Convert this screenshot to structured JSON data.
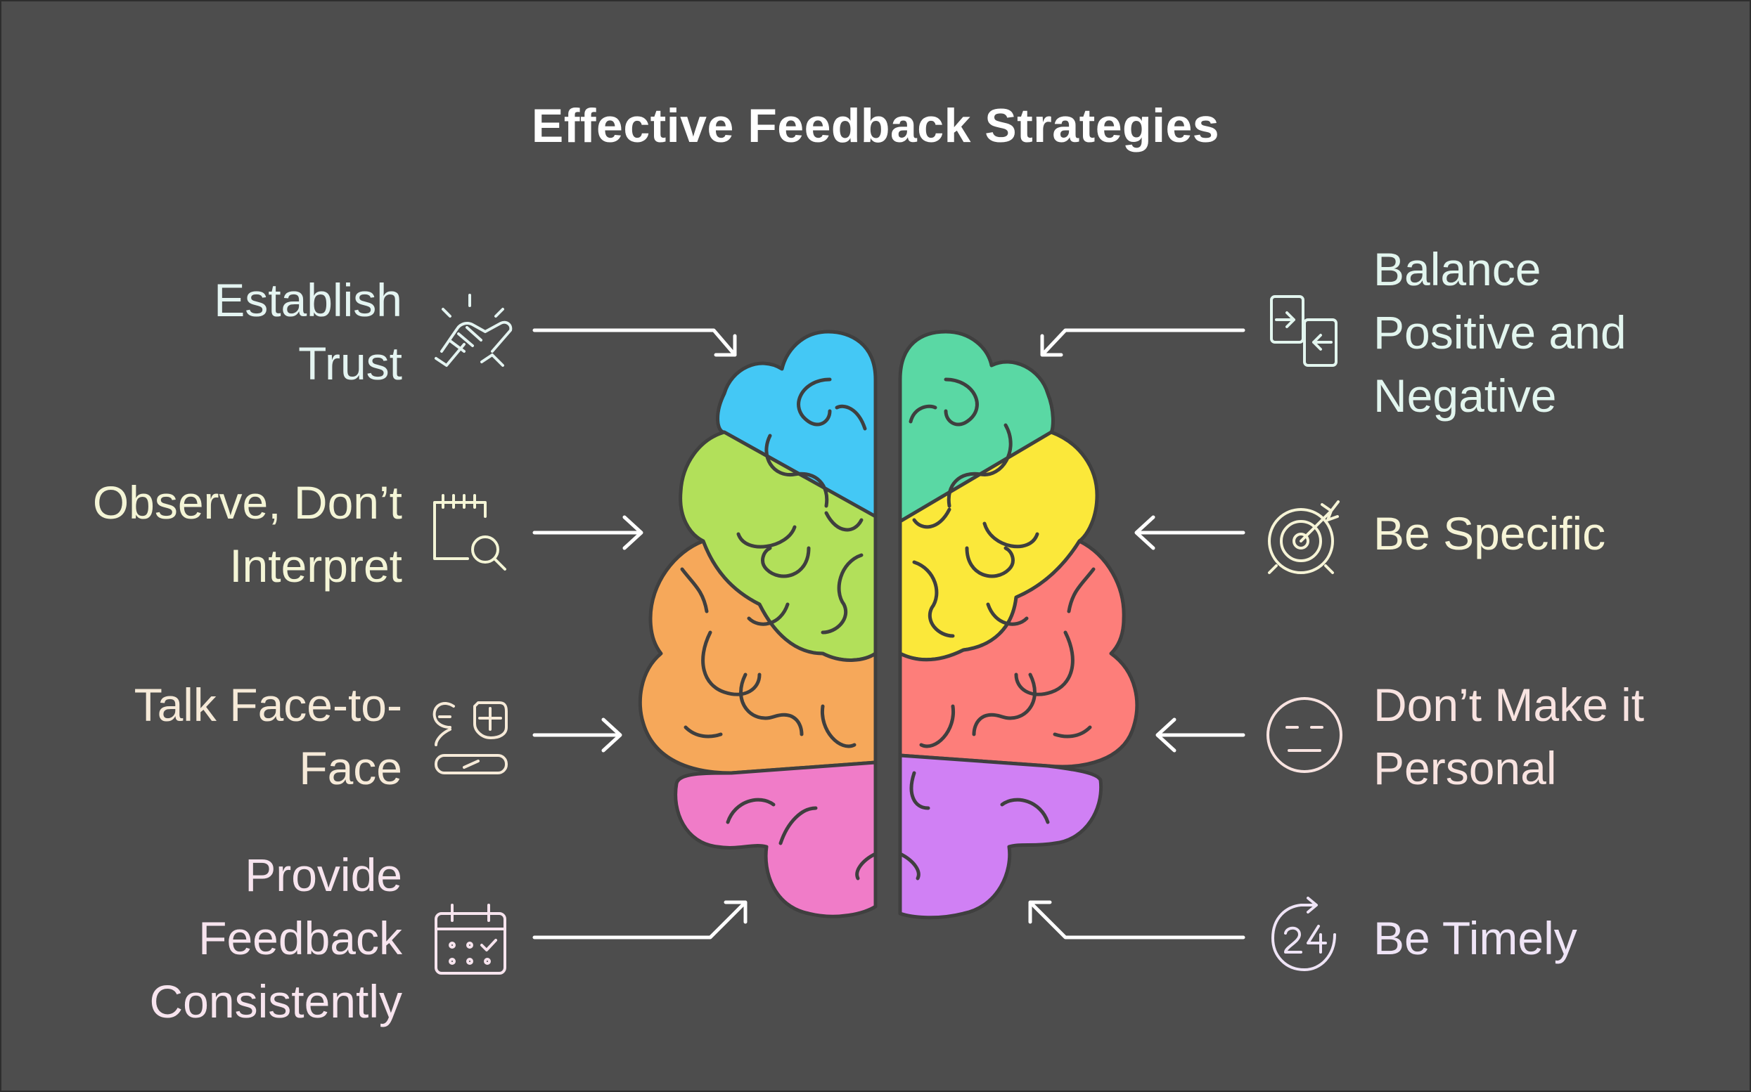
{
  "title": "Effective Feedback Strategies",
  "left_items": [
    {
      "label": "Establish\nTrust",
      "icon": "handshake-icon",
      "color": "#e4f4f1"
    },
    {
      "label": "Observe, Don’t\nInterpret",
      "icon": "calendar-search-icon",
      "color": "#f4f5d6"
    },
    {
      "label": "Talk Face-to-\nFace",
      "icon": "face-to-face-icon",
      "color": "#f6ead8"
    },
    {
      "label": "Provide\nFeedback\nConsistently",
      "icon": "calendar-check-icon",
      "color": "#f7e4ee"
    }
  ],
  "right_items": [
    {
      "label": "Balance\nPositive and\nNegative",
      "icon": "exchange-arrows-icon",
      "color": "#e2f5ee"
    },
    {
      "label": "Be Specific",
      "icon": "target-arrow-icon",
      "color": "#f6f4d6"
    },
    {
      "label": "Don’t Make it\nPersonal",
      "icon": "neutral-face-icon",
      "color": "#f8e3e0"
    },
    {
      "label": "Be Timely",
      "icon": "clock-24-icon",
      "color": "#efe4f6"
    }
  ],
  "brain_colors": {
    "left_blue": "#44c8f5",
    "left_green": "#b2e05a",
    "left_orange": "#f6a85a",
    "left_pink": "#f07cc8",
    "right_teal": "#5ad8a4",
    "right_yellow": "#fbe83a",
    "right_red": "#fd7e7a",
    "right_purple": "#d080f4"
  }
}
